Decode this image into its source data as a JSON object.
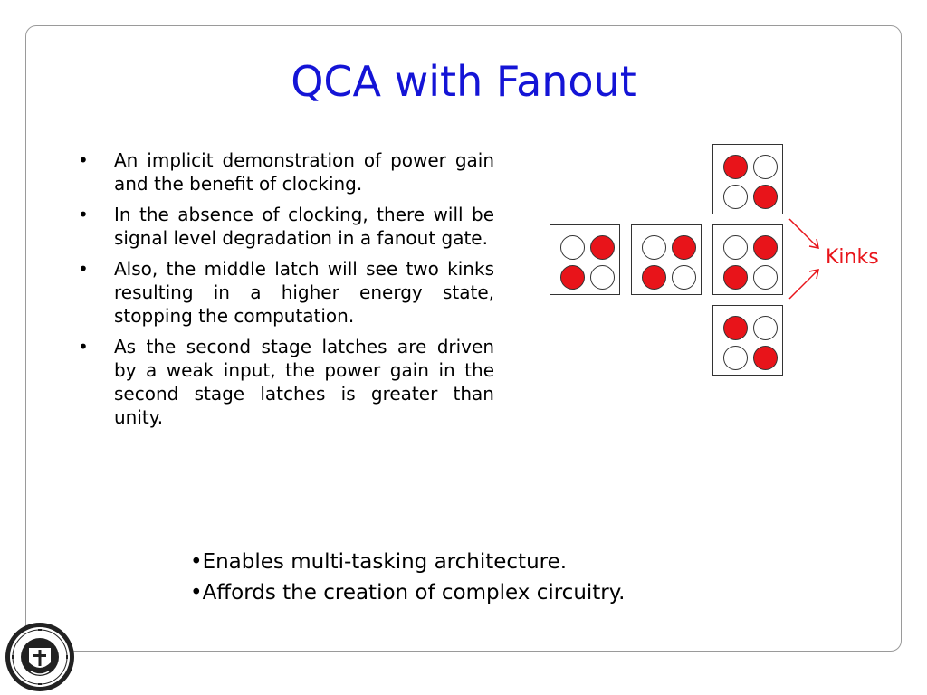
{
  "title": "QCA with Fanout",
  "bullets": [
    "An implicit demonstration of power gain and the benefit of clocking.",
    "In the absence of clocking, there will be signal level degradation in a fanout gate.",
    "Also, the middle latch will see two kinks resulting in a higher energy state, stopping the computation.",
    "As the second stage latches are driven by a weak input, the power gain in the second stage latches is greater than unity."
  ],
  "bullet_symbol": "•",
  "bottom_points": [
    "•Enables multi-tasking architecture.",
    "•Affords the creation of complex circuitry."
  ],
  "diagram": {
    "kinks_label": "Kinks",
    "dot_color": "#e8141a",
    "cells": [
      {
        "id": "top",
        "polarization": "+1"
      },
      {
        "id": "left",
        "polarization": "-1"
      },
      {
        "id": "mid-left",
        "polarization": "-1"
      },
      {
        "id": "center",
        "polarization": "-1"
      },
      {
        "id": "bottom",
        "polarization": "+1"
      }
    ]
  },
  "colors": {
    "title": "#1414d6",
    "accent": "#e8141a"
  }
}
